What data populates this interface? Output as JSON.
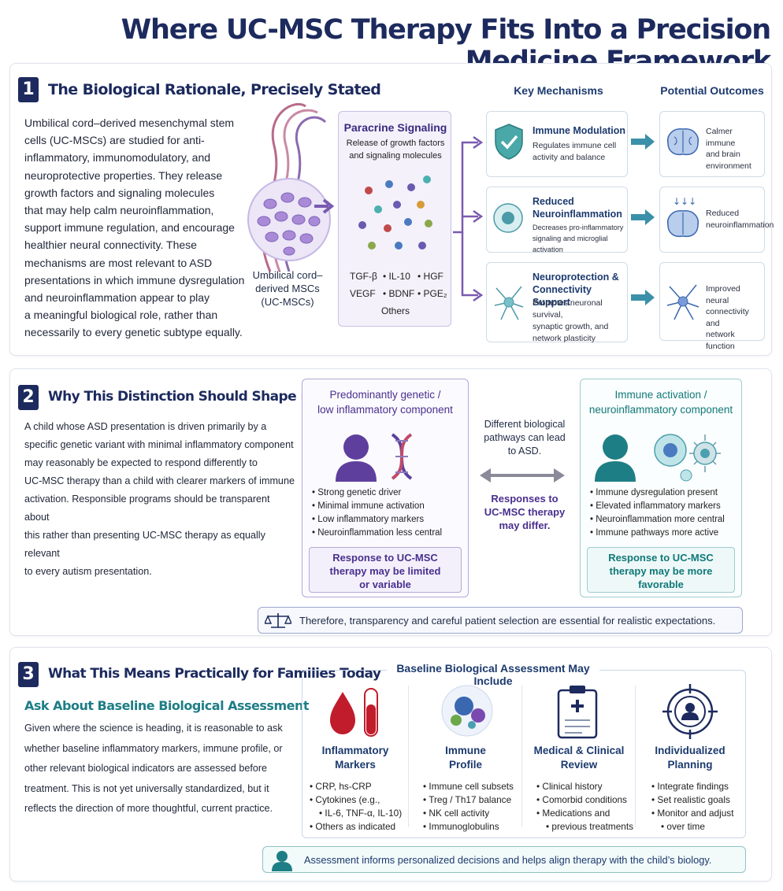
{
  "title": "Where UC-MSC Therapy Fits Into a Precision Medicine Framework",
  "section1": {
    "number": "1",
    "title": "The Biological Rationale, Precisely Stated",
    "paragraph_lines": [
      "Umbilical cord–derived mesenchymal stem",
      "cells (UC-MSCs) are studied for anti-",
      "inflammatory, immunomodulatory, and",
      "neuroprotective properties. They release",
      "growth factors and signaling molecules",
      "that may help calm neuroinflammation,",
      "support immune regulation, and encourage",
      "healthier neural connectivity. These",
      "mechanisms are most relevant to ASD",
      "presentations in which immune dysregulation",
      "and neuroinflammation appear to play",
      "a meaningful biological role, rather than",
      "necessarily to every genetic subtype equally."
    ],
    "cell_label_lines": [
      "Umbilical cord–",
      "derived MSCs",
      "(UC-MSCs)"
    ],
    "paracrine": {
      "title": "Paracrine Signaling",
      "desc_lines": [
        "Release of growth factors",
        "and signaling molecules"
      ],
      "factors": [
        "TGF-β",
        "• IL-10",
        "• HGF",
        "VEGF",
        "• BDNF",
        "• PGE₂",
        "Others"
      ]
    },
    "mechanisms_heading": "Key Mechanisms",
    "outcomes_heading": "Potential Outcomes",
    "mechanisms": [
      {
        "title_lines": [
          "Immune Modulation"
        ],
        "desc_lines": [
          "Regulates immune cell",
          "activity and balance"
        ],
        "icon": "shield-check-icon"
      },
      {
        "title_lines": [
          "Reduced",
          "Neuroinflammation"
        ],
        "desc_lines": [
          "Decreases pro-inflammatory",
          "signaling and microglial activation"
        ],
        "icon": "microglia-cell-icon"
      },
      {
        "title_lines": [
          "Neuroprotection &",
          "Connectivity Support"
        ],
        "desc_lines": [
          "Promotes neuronal survival,",
          "synaptic growth, and",
          "network plasticity"
        ],
        "icon": "neuron-icon"
      }
    ],
    "outcomes": [
      {
        "lines": [
          "Calmer immune",
          "and brain",
          "environment"
        ],
        "icon": "brain-icon"
      },
      {
        "lines": [
          "Reduced",
          "neuroinflammation"
        ],
        "icon": "brain-down-arrows-icon"
      },
      {
        "lines": [
          "Improved neural",
          "connectivity and",
          "network function"
        ],
        "icon": "neuron-network-icon"
      }
    ]
  },
  "section2": {
    "number": "2",
    "title": "Why This Distinction Should Shape Expectations",
    "paragraph_lines": [
      "A child whose ASD presentation is driven primarily by a",
      "specific genetic variant with minimal inflammatory component",
      "may reasonably be expected to respond differently to",
      "UC-MSC therapy than a child with clearer markers of immune",
      "activation. Responsible programs should be transparent about",
      "this rather than presenting UC-MSC therapy as equally relevant",
      "to every autism presentation."
    ],
    "left_panel": {
      "title_lines": [
        "Predominantly genetic /",
        "low inflammatory component"
      ],
      "bullets": [
        "Strong genetic driver",
        "Minimal immune activation",
        "Low inflammatory markers",
        "Neuroinflammation less central"
      ],
      "response_lines": [
        "Response to UC-MSC",
        "therapy may be limited",
        "or variable"
      ]
    },
    "middle": {
      "top_lines": [
        "Different biological",
        "pathways can lead",
        "to ASD."
      ],
      "bottom_lines": [
        "Responses to",
        "UC-MSC therapy",
        "may differ."
      ]
    },
    "right_panel": {
      "title_lines": [
        "Immune activation /",
        "neuroinflammatory component"
      ],
      "bullets": [
        "Immune dysregulation present",
        "Elevated inflammatory markers",
        "Neuroinflammation more central",
        "Immune pathways more active"
      ],
      "response_lines": [
        "Response to UC-MSC",
        "therapy may be more",
        "favorable"
      ]
    },
    "banner": "Therefore, transparency and careful patient selection are essential for realistic expectations."
  },
  "section3": {
    "number": "3",
    "title": "What This Means Practically for Families Today",
    "subtitle": "Ask About Baseline Biological Assessment",
    "paragraph_lines": [
      "Given where the science is heading, it is reasonable to ask",
      "whether baseline inflammatory markers, immune profile, or",
      "other relevant biological indicators are assessed before",
      "treatment. This is not yet universally standardized, but it",
      "reflects the direction of more thoughtful, current practice."
    ],
    "assessment_heading": "Baseline Biological Assessment May Include",
    "columns": [
      {
        "title_lines": [
          "Inflammatory",
          "Markers"
        ],
        "items": [
          "CRP, hs-CRP",
          "Cytokines (e.g.,",
          "IL-6, TNF-α, IL-10)",
          "Others as indicated"
        ],
        "icon": "blood-drop-tube-icon"
      },
      {
        "title_lines": [
          "Immune",
          "Profile"
        ],
        "items": [
          "Immune cell subsets",
          "Treg / Th17 balance",
          "NK cell activity",
          "Immunoglobulins"
        ],
        "icon": "immune-cells-icon"
      },
      {
        "title_lines": [
          "Medical & Clinical",
          "Review"
        ],
        "items": [
          "Clinical history",
          "Comorbid conditions",
          "Medications and",
          "previous treatments"
        ],
        "icon": "clipboard-icon"
      },
      {
        "title_lines": [
          "Individualized",
          "Planning"
        ],
        "items": [
          "Integrate findings",
          "Set realistic goals",
          "Monitor and adjust",
          "over time"
        ],
        "icon": "target-person-icon"
      }
    ],
    "banner": "Assessment informs personalized decisions and helps align therapy with the child’s biology."
  }
}
